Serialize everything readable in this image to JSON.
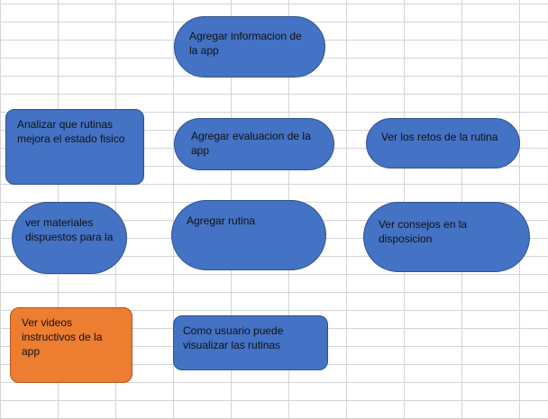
{
  "colors": {
    "shape_fill_blue": "#4472c4",
    "shape_fill_orange": "#ed7d31",
    "shape_border": "#2f528f",
    "grid_line": "#d4d4d4"
  },
  "shapes": {
    "agregar_informacion": "Agregar informacion de la app",
    "analizar_rutinas": "Analizar que rutinas mejora el estado fisico",
    "agregar_evaluacion": "Agregar evaluacion de la app",
    "ver_retos": "Ver los retos de la rutina",
    "ver_materiales": "ver materiales dispuestos para la",
    "agregar_rutina": "Agregar rutina",
    "ver_consejos": "Ver consejos en la disposicion",
    "ver_videos": "Ver videos instructivos de la app",
    "visualizar_rutinas": "Como usuario puede visualizar las rutinas"
  }
}
